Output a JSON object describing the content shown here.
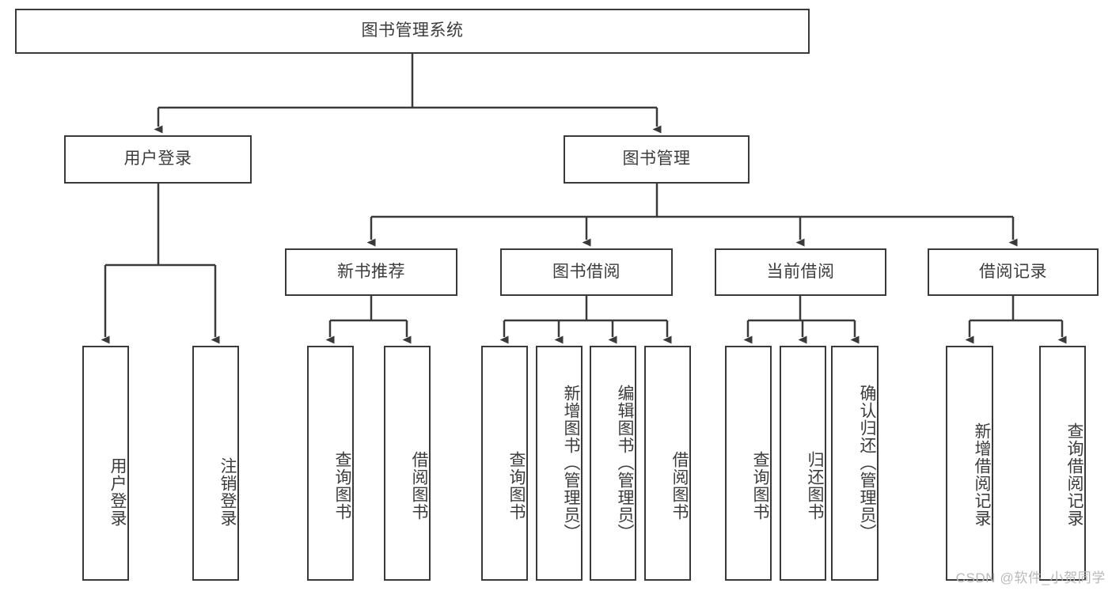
{
  "diagram": {
    "title": "图书管理系统",
    "type": "tree",
    "watermark": "CSDN @软件_小贺同学",
    "colors": {
      "border": "#3a3a3a",
      "text": "#3c3c3c",
      "background": "#ffffff",
      "watermark": "#b9b9b9"
    },
    "nodes": {
      "root": "图书管理系统",
      "level2": {
        "user_login": "用户登录",
        "book_manage": "图书管理"
      },
      "level3": {
        "new_book_rec": "新书推荐",
        "book_borrow": "图书借阅",
        "current_borrow": "当前借阅",
        "borrow_record": "借阅记录"
      },
      "leaves": {
        "user_login_1": "用户登录",
        "user_login_2": "注销登录",
        "new_book_rec_1": "查询图书",
        "new_book_rec_2": "借阅图书",
        "book_borrow_1": "查询图书",
        "book_borrow_2": "新增图书（管理员）",
        "book_borrow_3": "编辑图书（管理员）",
        "book_borrow_4": "借阅图书",
        "current_borrow_1": "查询图书",
        "current_borrow_2": "归还图书",
        "current_borrow_3": "确认归还（管理员）",
        "borrow_record_1": "新增借阅记录",
        "borrow_record_2": "查询借阅记录"
      }
    }
  }
}
